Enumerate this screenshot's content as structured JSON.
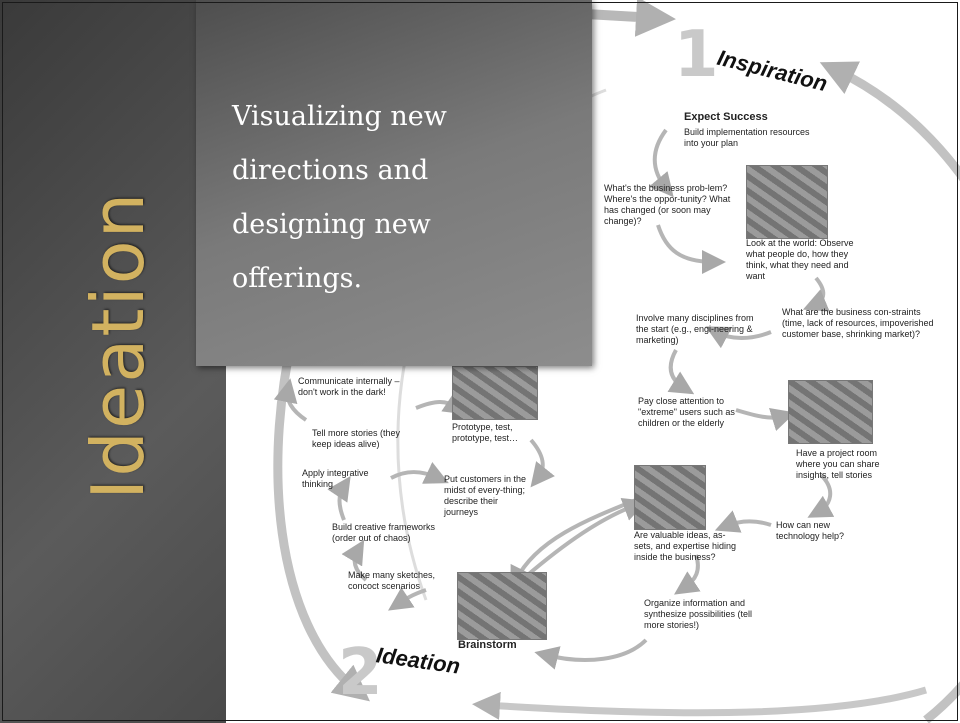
{
  "slide": {
    "vertical_title": "Ideation",
    "overlay_lines": [
      "Visualizing new",
      "directions  and",
      "designing new",
      "offerings."
    ]
  },
  "diagram": {
    "step1_number": "1",
    "step1_label": "Inspiration",
    "step2_number": "2",
    "step2_label": "Ideation",
    "notes": {
      "expect_success_title": "Expect Success",
      "expect_success_body": "Build implementation resources into your plan",
      "business_problem": "What's the business prob-lem? Where's the oppor-tunity? What has changed (or soon may change)?",
      "look_at_world": "Look at the world: Observe what people do, how they think, what they need and want",
      "constraints": "What are the business con-straints (time, lack of resources, impoverished customer base, shrinking market)?",
      "disciplines": "Involve many disciplines from the start (e.g., engi-neering & marketing)",
      "extreme_users": "Pay close attention to \"extreme\" users such as children or the elderly",
      "project_room": "Have a project room where you can share insights, tell stories",
      "new_technology": "How can new technology help?",
      "valuable_ideas": "Are valuable ideas, as-sets, and expertise hiding inside the business?",
      "organize_info": "Organize information and synthesize possibilities (tell more stories!)",
      "communicate": "Communicate internally – don't work in the dark!",
      "prototype": "Prototype, test, prototype, test…",
      "tell_stories": "Tell more stories (they keep ideas alive)",
      "integrative": "Apply integrative thinking",
      "customers": "Put customers in the midst of every-thing; describe their journeys",
      "frameworks": "Build creative frameworks (order out of chaos)",
      "sketches": "Make many sketches, concoct scenarios",
      "brainstorm": "Brainstorm"
    }
  },
  "colors": {
    "title_gold": "#d2b260",
    "arrow_gray": "#b8b8b8",
    "number_gray": "#c9c9c9"
  }
}
